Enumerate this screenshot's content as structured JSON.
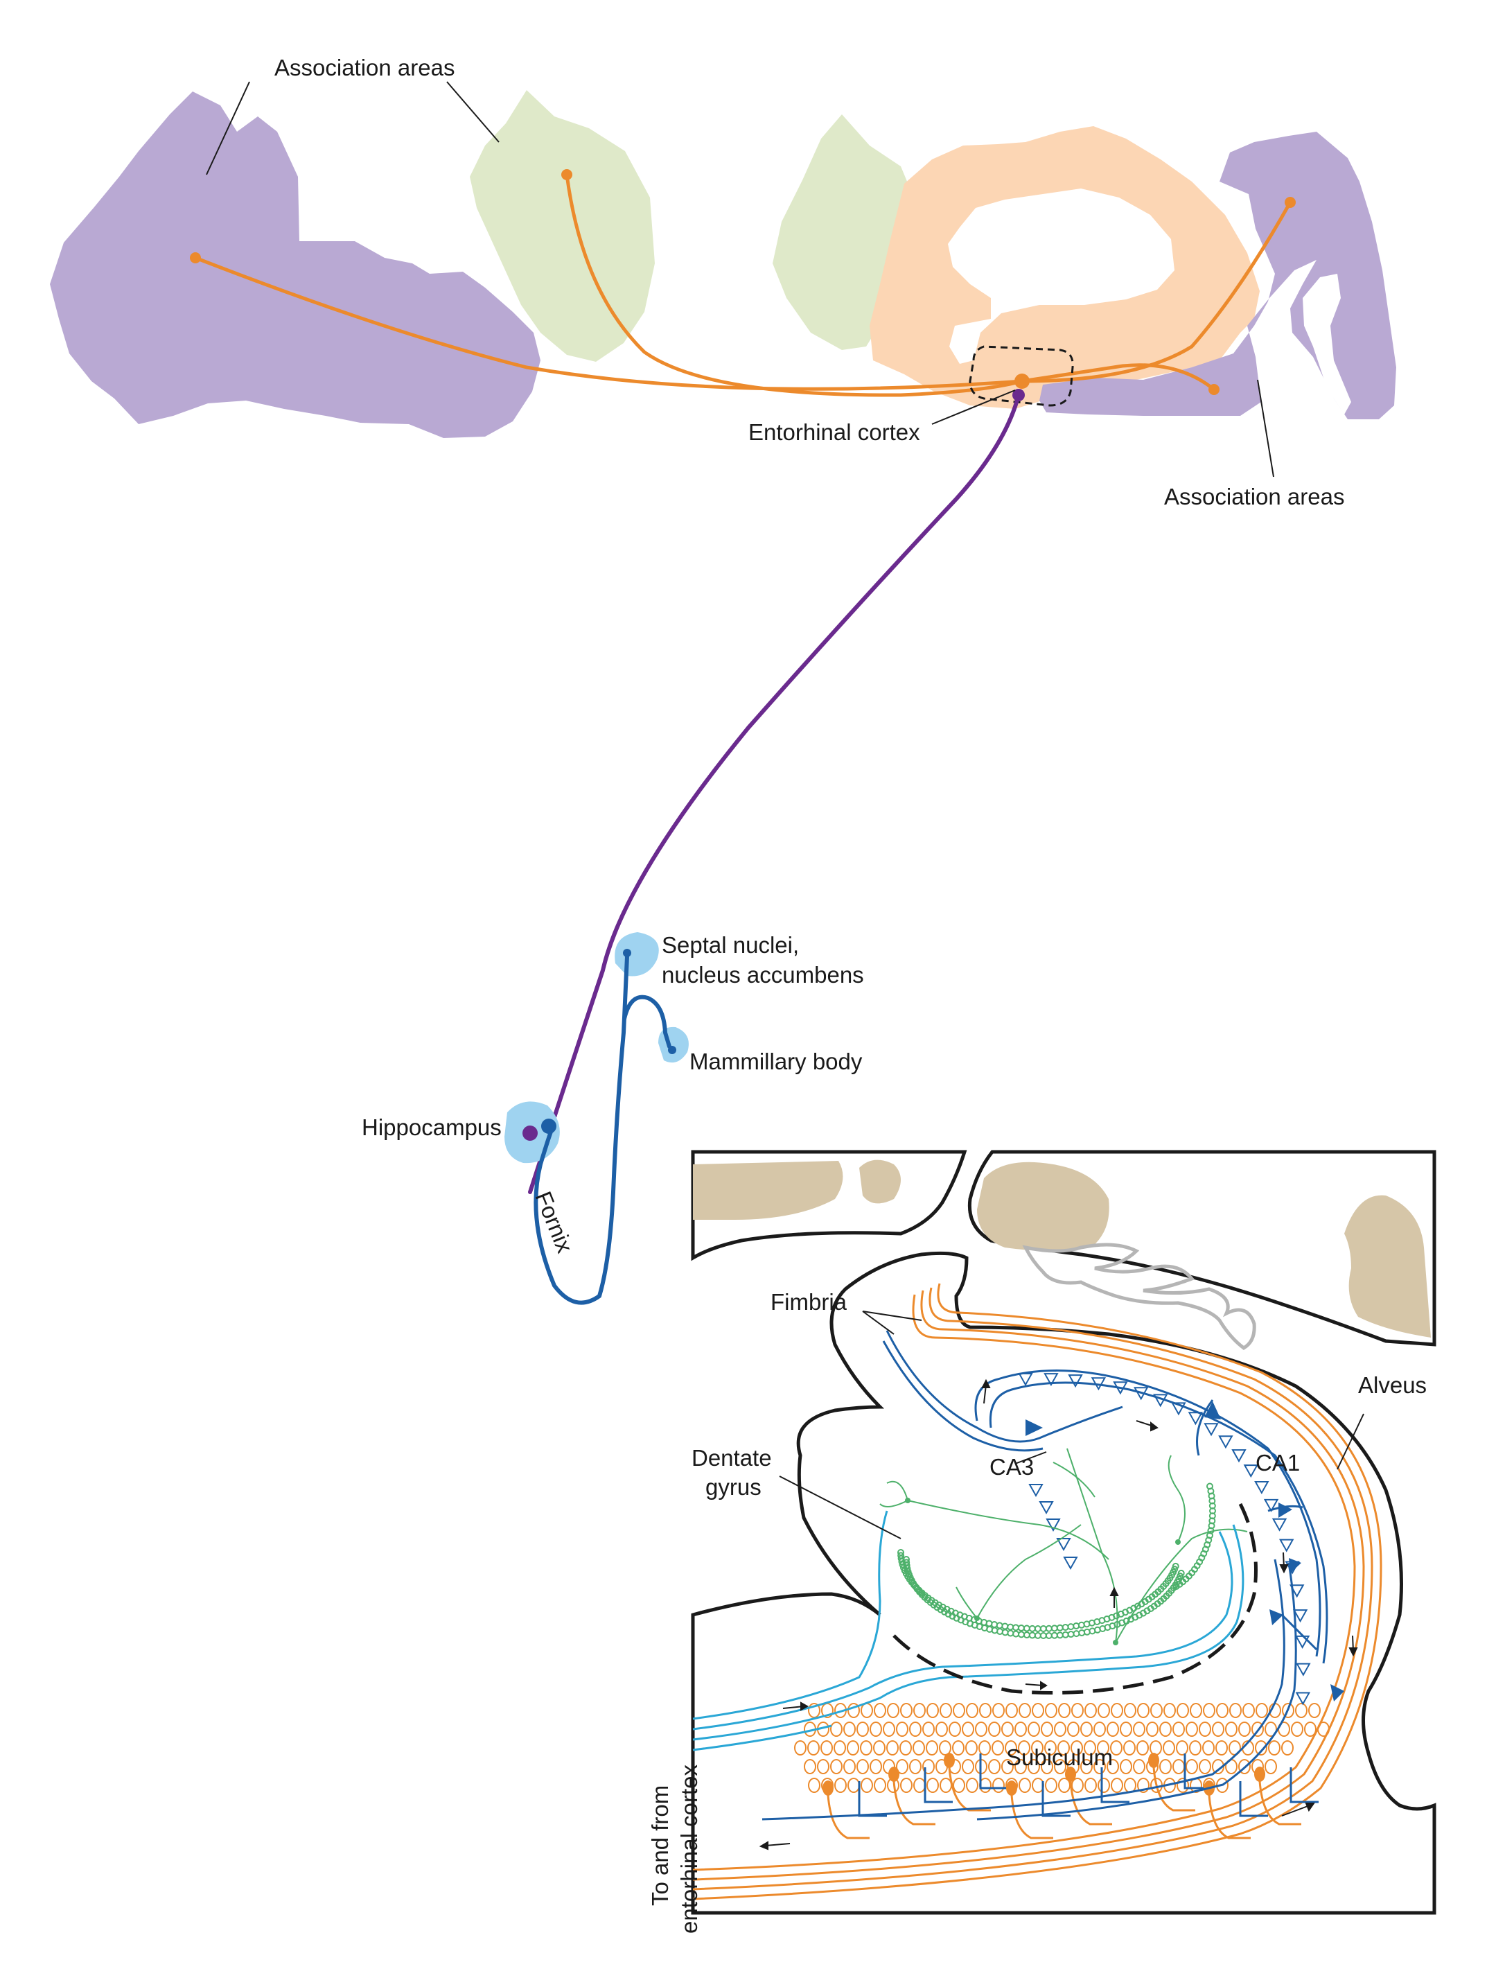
{
  "labels": {
    "association_areas_top": "Association areas",
    "association_areas_right": "Association areas",
    "entorhinal_cortex": "Entorhinal cortex",
    "septal_nuclei_line1": "Septal nuclei,",
    "septal_nuclei_line2": "nucleus accumbens",
    "mammillary_body": "Mammillary body",
    "hippocampus": "Hippocampus",
    "fornix": "Fornix",
    "fimbria": "Fimbria",
    "alveus": "Alveus",
    "dentate_line1": "Dentate",
    "dentate_line2": "gyrus",
    "ca3": "CA3",
    "ca1": "CA1",
    "subiculum": "Subiculum",
    "entorhinal_io_line1": "To and from",
    "entorhinal_io_line2": "entorhinal cortex"
  },
  "colors": {
    "association_purple": "#b9a9d3",
    "association_green": "#dfe9c9",
    "limbic_peach": "#fcd6b4",
    "orange_pathway": "#ec8a2c",
    "purple_pathway": "#6a2a8e",
    "fornix_blue": "#1d5fa6",
    "target_glow": "#9fd3f0",
    "dentate_cyan": "#2aa7d6",
    "dentate_green": "#4db06a",
    "tissue_tan": "#d6c6a8"
  }
}
